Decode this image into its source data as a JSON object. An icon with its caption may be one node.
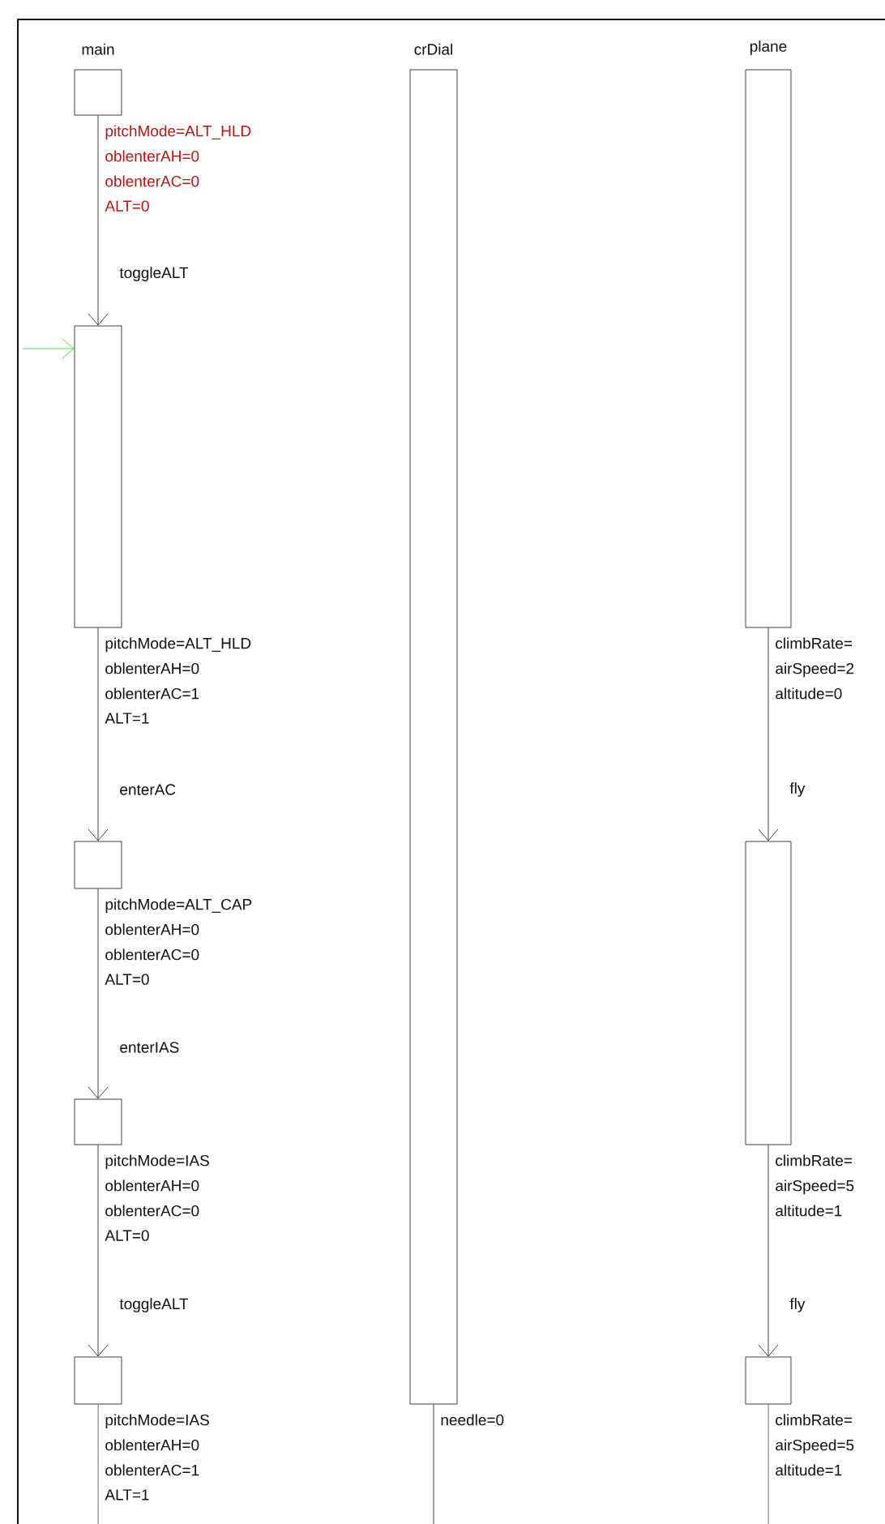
{
  "diagram": {
    "nodes": [
      {
        "text": [
          "main"
        ],
        "beside": [
          "pitchMode=ALT_HLD",
          "oblenterAH=0",
          "oblenterAC=0",
          "ALT=0"
        ]
      },
      {
        "text": [],
        "shape": "box",
        "beside": [
          "pitchMode=ALT_HLD",
          "oblenterAH=0",
          "oblenterAC=1",
          "ALT=1"
        ]
      },
      {
        "text": [],
        "shape": "box",
        "beside": [
          "pitchMode=ALT_CAP",
          "oblenterAH=0",
          "oblenterAC=0",
          "ALT=0"
        ]
      },
      {
        "text": [],
        "shape": "box",
        "beside": [
          "pitchMode=IAS",
          "oblenterAH=0",
          "oblenterAC=0",
          "ALT=0"
        ]
      },
      {
        "text": [],
        "shape": "box",
        "beside": [
          "pitchMode=IAS",
          "oblenterAH=0",
          "oblenterAC=1",
          "ALT=1"
        ]
      },
      {
        "text": [
          "crDial"
        ],
        "beside": [
          "needle=0"
        ]
      },
      {
        "text": [
          "plane"
        ],
        "beside": [
          "climbRate=",
          "airSpeed=2",
          "altitude=0"
        ]
      },
      {
        "text": [],
        "shape": "box",
        "beside": [
          "climbRate=",
          "airSpeed=5",
          "altitude=1"
        ]
      },
      {
        "text": [],
        "shape": "box",
        "beside": [
          "climbRate=",
          "airSpeed=5",
          "altitude=1"
        ]
      }
    ],
    "edges": [
      {
        "from": 0,
        "to": 1,
        "arrow": "to",
        "label": "toggleALT"
      },
      {
        "from": 1,
        "to": 2,
        "arrow": "to",
        "label": "enterAC"
      },
      {
        "from": 2,
        "to": 3,
        "arrow": "to",
        "label": "enterIAS"
      },
      {
        "from": 3,
        "to": 4,
        "arrow": "to",
        "label": "toggleALT"
      },
      {
        "from": 6,
        "to": 7,
        "arrow": "to",
        "label": "fly"
      },
      {
        "from": 7,
        "to": 8,
        "arrow": "to",
        "label": "fly"
      },
      {
        "from": null,
        "to": 1,
        "arrow": "to",
        "color": "#33cc33"
      },
      {
        "from": 4,
        "to": null,
        "arrow": "none"
      },
      {
        "from": 5,
        "to": null,
        "arrow": "none"
      },
      {
        "from": 8,
        "to": null,
        "arrow": "none"
      }
    ]
  }
}
